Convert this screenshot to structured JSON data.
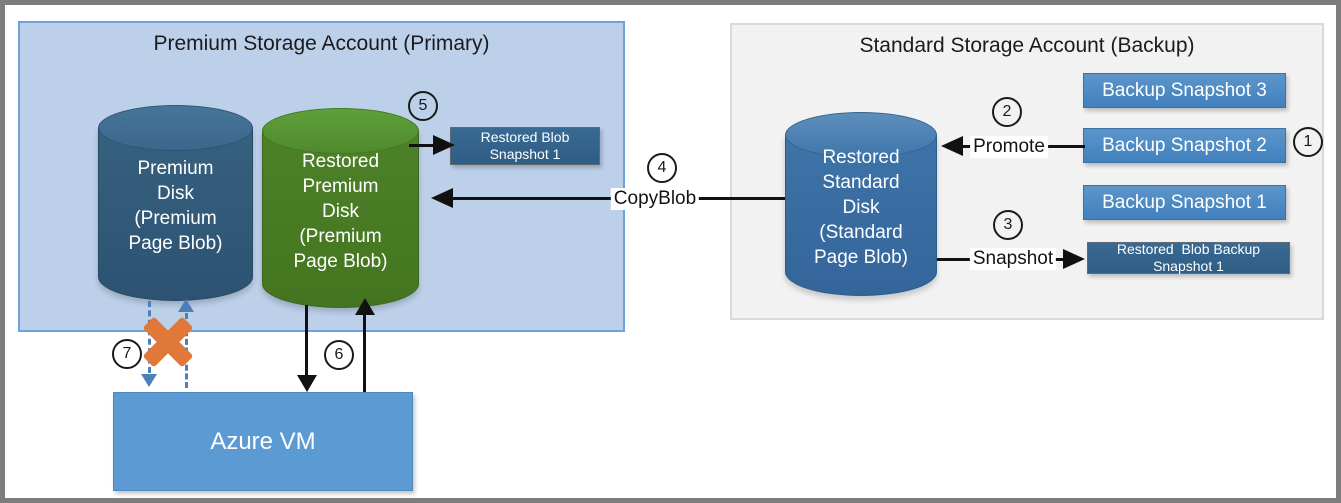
{
  "primary": {
    "title": "Premium Storage Account (Primary)",
    "premium_disk_label": "Premium\nDisk\n(Premium\nPage Blob)",
    "restored_premium_disk_label": "Restored\nPremium\nDisk\n(Premium\nPage Blob)",
    "restored_blob_snapshot_label": "Restored Blob\nSnapshot 1"
  },
  "backup": {
    "title": "Standard Storage Account (Backup)",
    "restored_standard_disk_label": "Restored\nStandard\nDisk\n(Standard\nPage Blob)",
    "snapshots": [
      "Backup Snapshot 3",
      "Backup Snapshot 2",
      "Backup Snapshot 1"
    ],
    "restored_blob_backup_snapshot_label": "Restored  Blob Backup\nSnapshot 1"
  },
  "vm": {
    "label": "Azure VM"
  },
  "flows": {
    "promote": "Promote",
    "snapshot": "Snapshot",
    "copyblob": "CopyBlob"
  },
  "steps": {
    "s1": "1",
    "s2": "2",
    "s3": "3",
    "s4": "4",
    "s5": "5",
    "s6": "6",
    "s7": "7"
  },
  "colors": {
    "premium_box_fill": "#bdd0ea",
    "premium_box_border": "#6ea2da",
    "standard_box_fill": "#f2f2f2",
    "premium_disk": "#2d5272",
    "restored_premium_disk": "#4d8229",
    "standard_disk": "#3e74a9",
    "snapshot_box": "#4181be",
    "dark_snapshot_box": "#2e5d85",
    "vm_box": "#5b9ad3",
    "blocked_x": "#e0783a",
    "dashed_arrow": "#4d80b8"
  }
}
